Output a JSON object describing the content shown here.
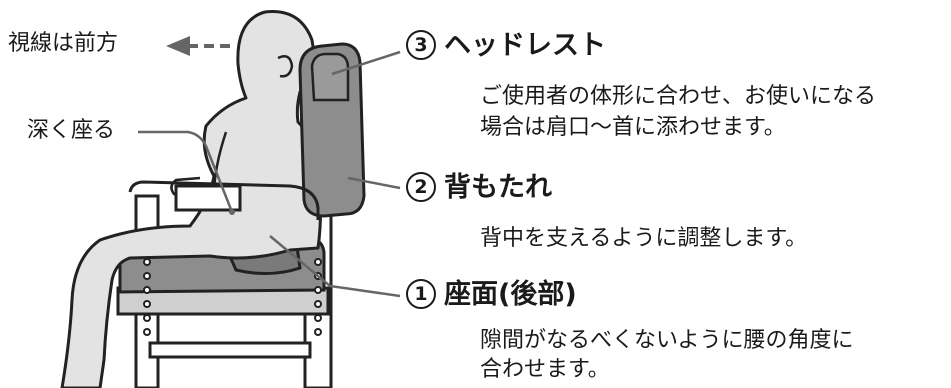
{
  "labels": {
    "gaze": "視線は前方",
    "sit_deep": "深く座る"
  },
  "callouts": [
    {
      "number": "3",
      "title": "ヘッドレスト",
      "description": [
        "ご使用者の体形に合わせ、お使いになる",
        "場合は肩口〜首に添わせます。"
      ]
    },
    {
      "number": "2",
      "title": "背もたれ",
      "description": [
        "背中を支えるように調整します。"
      ]
    },
    {
      "number": "1",
      "title": "座面(後部)",
      "description": [
        "隙間がなるべくないように腰の角度に",
        "合わせます。"
      ]
    }
  ]
}
